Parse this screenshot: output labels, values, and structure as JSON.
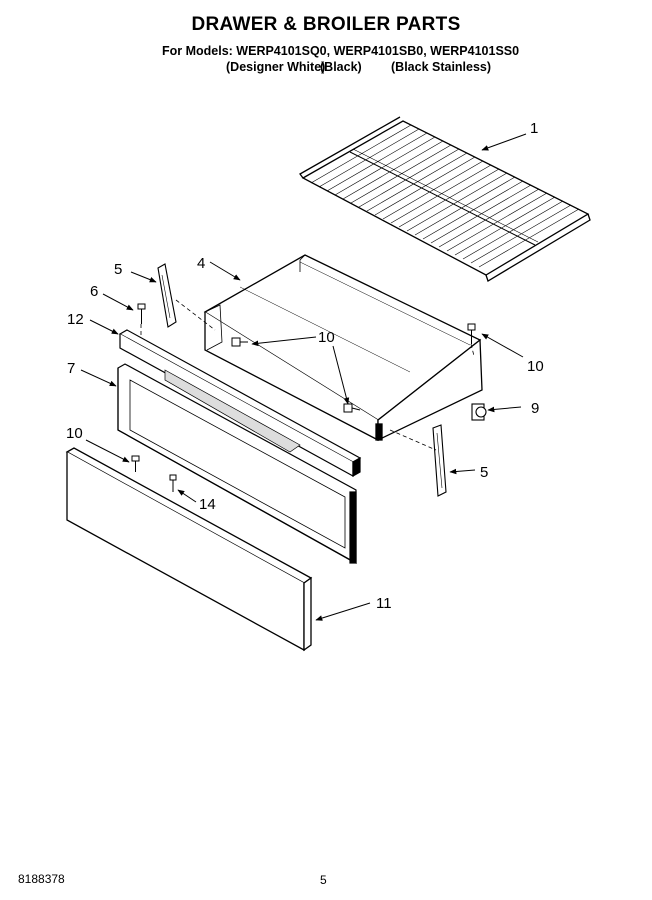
{
  "header": {
    "title": "DRAWER & BROILER PARTS",
    "models_line": "For Models: WERP4101SQ0, WERP4101SB0, WERP4101SS0",
    "variants": [
      "(Designer White)",
      "(Black)",
      "(Black Stainless)"
    ]
  },
  "callouts": {
    "rack": "1",
    "drawer_body": "4",
    "slide_left": "5",
    "slide_right": "5",
    "screw_top": "6",
    "trim_strip": "12",
    "drawer_front": "7",
    "screw_front": "10",
    "screw_left": "10",
    "screw_middle": "10",
    "screw_right": "10",
    "glide": "9",
    "pin": "14",
    "panel": "11"
  },
  "footer": {
    "doc_number": "8188378",
    "page_number": "5"
  }
}
